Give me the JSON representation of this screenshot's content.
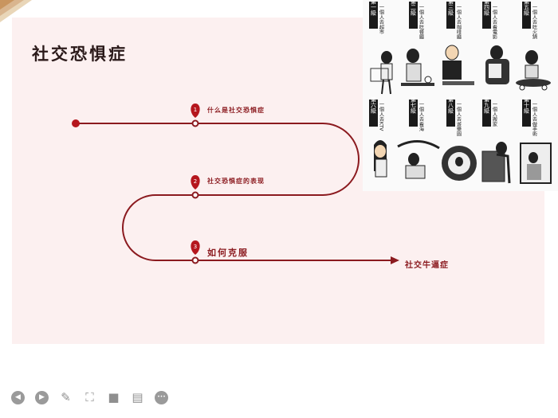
{
  "slide": {
    "title": "社交恐惧症",
    "steps": [
      {
        "number": "1",
        "label": "什么是社交恐惧症"
      },
      {
        "number": "2",
        "label": "社交恐惧症的表现"
      },
      {
        "number": "3",
        "label": "如何克服"
      }
    ],
    "end_label": "社交牛逼症"
  },
  "comic": {
    "panels": [
      {
        "rank": "第一級",
        "caption": "一個人去超市"
      },
      {
        "rank": "第二級",
        "caption": "一個人去吃餐廳"
      },
      {
        "rank": "第三級",
        "caption": "一個人去咖啡廳"
      },
      {
        "rank": "第四級",
        "caption": "一個人去看電影"
      },
      {
        "rank": "第五級",
        "caption": "一個人去吃火鍋"
      },
      {
        "rank": "第六級",
        "caption": "一個人去KTV"
      },
      {
        "rank": "第七級",
        "caption": "一個人去看海"
      },
      {
        "rank": "第八級",
        "caption": "一個人去遊樂園"
      },
      {
        "rank": "第九級",
        "caption": "一個人搬家"
      },
      {
        "rank": "第十級",
        "caption": "一個人去做手術"
      }
    ]
  },
  "toolbar": {
    "items": [
      {
        "icon": "previous-icon",
        "glyph": "◀"
      },
      {
        "icon": "next-icon",
        "glyph": "▶"
      },
      {
        "icon": "pen-icon",
        "glyph": "✎"
      },
      {
        "icon": "screenshot-icon",
        "glyph": "⛶"
      },
      {
        "icon": "camera-icon",
        "glyph": "■"
      },
      {
        "icon": "comment-icon",
        "glyph": "▤"
      },
      {
        "icon": "more-icon",
        "glyph": "•••"
      }
    ]
  },
  "colors": {
    "accent": "#8b1a1f",
    "slide_bg": "#fcf0f0"
  }
}
